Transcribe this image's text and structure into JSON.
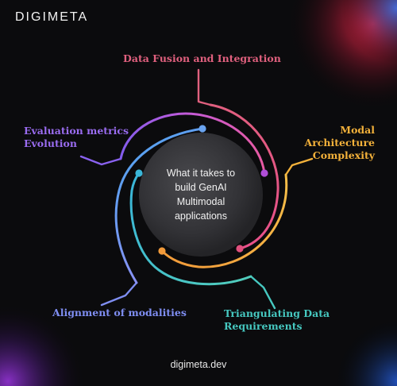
{
  "brand": {
    "logo_text": "DIGIMETA"
  },
  "center": {
    "lines": [
      "What it takes to",
      "build GenAI",
      "Multimodal",
      "applications"
    ]
  },
  "labels": {
    "data_fusion": {
      "text": "Data Fusion and Integration",
      "color": "#e0607e"
    },
    "modal_architecture": {
      "line1": "Modal Architecture",
      "line2": "Complexity",
      "color": "#f3b13a"
    },
    "evaluation": {
      "line1": "Evaluation metrics",
      "line2": "Evolution",
      "color": "#9a6cf0"
    },
    "alignment": {
      "text": "Alignment of modalities",
      "color": "#7f8ef2"
    },
    "triangulating": {
      "line1": "Triangulating Data",
      "line2": "Requirements",
      "color": "#46c8c0"
    }
  },
  "footer": {
    "url": "digimeta.dev"
  }
}
